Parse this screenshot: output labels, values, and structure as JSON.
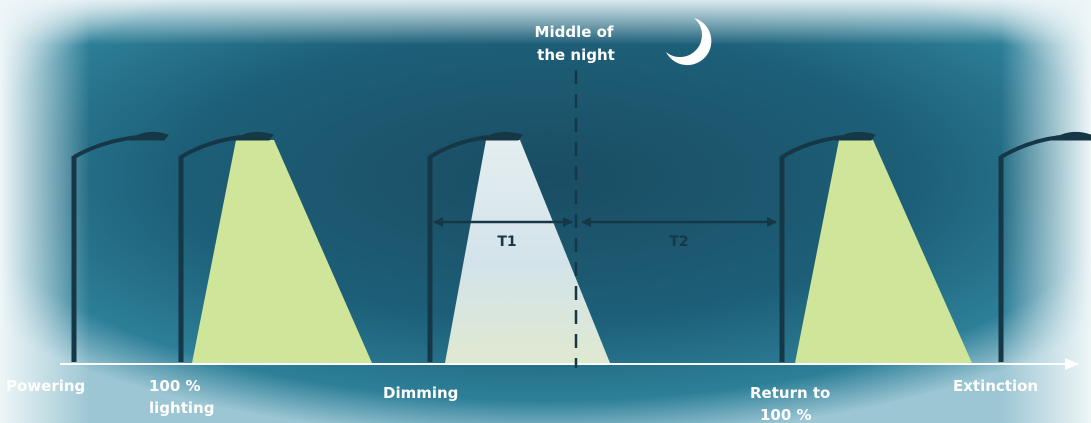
{
  "midnight": {
    "line1": "Middle of",
    "line2": "the night"
  },
  "intervals": {
    "t1": "T1",
    "t2": "T2"
  },
  "stages": {
    "powering": "Powering",
    "full_lighting_line1": "100 %",
    "full_lighting_line2": "lighting",
    "dimming": "Dimming",
    "return_line1": "Return to",
    "return_line2": "100 %",
    "extinction": "Extinction"
  },
  "colors": {
    "sky_dark": "#123f52",
    "sky_mid": "#1d6079",
    "haze": "#e8f2f5",
    "full_beam": "#cfe59a",
    "dim_beam": "#dbe6e8",
    "pole": "#163745",
    "moon": "#ffffff"
  }
}
